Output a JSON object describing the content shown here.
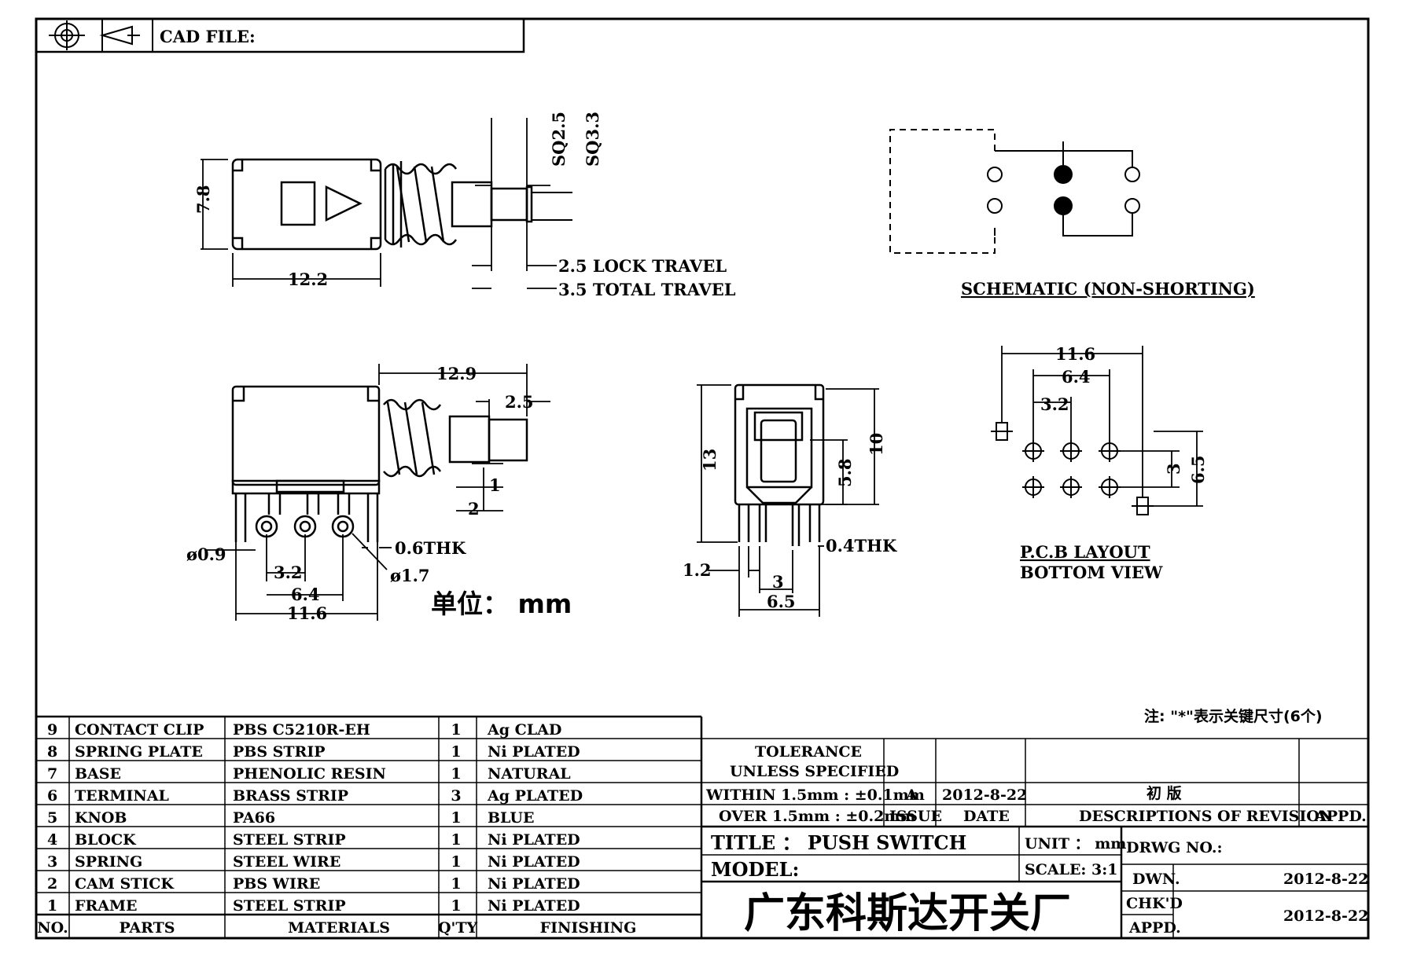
{
  "header": {
    "cad_file_label": "CAD FILE:"
  },
  "side_view": {
    "height": "7.8",
    "length": "12.2",
    "sq_small": "SQ2.5",
    "sq_large": "SQ3.3",
    "lock_travel": "2.5  LOCK  TRAVEL",
    "total_travel": "3.5  TOTAL  TRAVEL"
  },
  "schematic": {
    "label": "SCHEMATIC  (NON-SHORTING)"
  },
  "front_view": {
    "length": "12.9",
    "plunger": "2.5",
    "d_pin": "ø0.9",
    "thk": "0.6THK",
    "d_hole": "ø1.7",
    "pitch": "3.2",
    "span": "6.4",
    "width": "11.6",
    "off_1": "1",
    "off_2": "2",
    "unit": "单位： mm"
  },
  "end_view": {
    "height": "13",
    "inner_h": "5.8",
    "body_h": "10",
    "thk": "0.4THK",
    "lead": "1.2",
    "pitch": "3",
    "width": "6.5"
  },
  "pcb": {
    "outer": "11.6",
    "span": "6.4",
    "pitch": "3.2",
    "row": "3",
    "total": "6.5",
    "label": "P.C.B  LAYOUT",
    "sub": "BOTTOM  VIEW"
  },
  "note": "注: \"*\"表示关键尺寸(6个)",
  "bom": {
    "rows": [
      [
        "9",
        "CONTACT  CLIP",
        "PBS  C5210R-EH",
        "1",
        "Ag  CLAD"
      ],
      [
        "8",
        "SPRING  PLATE",
        "PBS  STRIP",
        "1",
        "Ni  PLATED"
      ],
      [
        "7",
        "BASE",
        "PHENOLIC  RESIN",
        "1",
        "NATURAL"
      ],
      [
        "6",
        "TERMINAL",
        "BRASS  STRIP",
        "3",
        "Ag  PLATED"
      ],
      [
        "5",
        "KNOB",
        "PA66",
        "1",
        "BLUE"
      ],
      [
        "4",
        "BLOCK",
        "STEEL  STRIP",
        "1",
        "Ni  PLATED"
      ],
      [
        "3",
        "SPRING",
        "STEEL  WIRE",
        "1",
        "Ni  PLATED"
      ],
      [
        "2",
        "CAM  STICK",
        "PBS  WIRE",
        "1",
        "Ni  PLATED"
      ],
      [
        "1",
        "FRAME",
        "STEEL  STRIP",
        "1",
        "Ni  PLATED"
      ]
    ],
    "headers": [
      "NO.",
      "PARTS",
      "MATERIALS",
      "Q'TY",
      "FINISHING"
    ]
  },
  "title_block": {
    "tolerance": "TOLERANCE",
    "unless": "UNLESS   SPECIFIED",
    "within": "WITHIN  1.5mm  :  ±0.1mm",
    "over": "OVER  1.5mm  :  ±0.2mm",
    "rev": "A",
    "rev_date": "2012-8-22",
    "rev_desc": "初 版",
    "issue_h": "ISSUE",
    "date_h": "DATE",
    "desc_h": "DESCRIPTIONS  OF  REVISION",
    "appd_h": "APPD.",
    "title": "TITLE ： PUSH  SWITCH",
    "model": "MODEL:",
    "unit": "UNIT ：   mm",
    "scale": "SCALE:   3:1",
    "drwg": "DRWG  NO.:",
    "dwn": "DWN.",
    "chkd": "CHK'D",
    "appd": "APPD.",
    "dwn_date": "2012-8-22",
    "appd_date": "2012-8-22",
    "company": "广东科斯达开关厂"
  }
}
